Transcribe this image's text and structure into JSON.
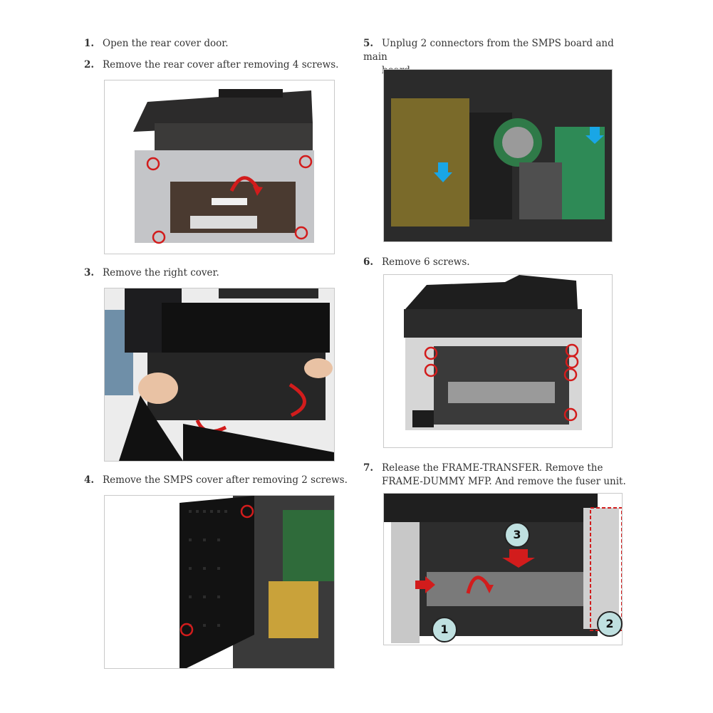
{
  "steps": [
    {
      "num": "1.",
      "text": "Open the rear cover door."
    },
    {
      "num": "2.",
      "text": "Remove the rear cover after removing 4 screws."
    },
    {
      "num": "3.",
      "text": "Remove the right cover."
    },
    {
      "num": "4.",
      "text": "Remove the SMPS cover after removing 2 screws."
    },
    {
      "num": "5.",
      "text_line1": "Unplug 2 connectors from the SMPS board and main",
      "text_line2": "board."
    },
    {
      "num": "6.",
      "text": "Remove 6 screws."
    },
    {
      "num": "7.",
      "text_line1": "Release the FRAME-TRANSFER. Remove the",
      "text_line2": "FRAME-DUMMY MFP. And remove the fuser unit."
    }
  ],
  "callouts": {
    "one": "1",
    "two": "2",
    "three": "3"
  },
  "colors": {
    "marker_red": "#d21c1c",
    "arrow_blue": "#19a6e6",
    "callout_bg": "#bfe0e0"
  }
}
